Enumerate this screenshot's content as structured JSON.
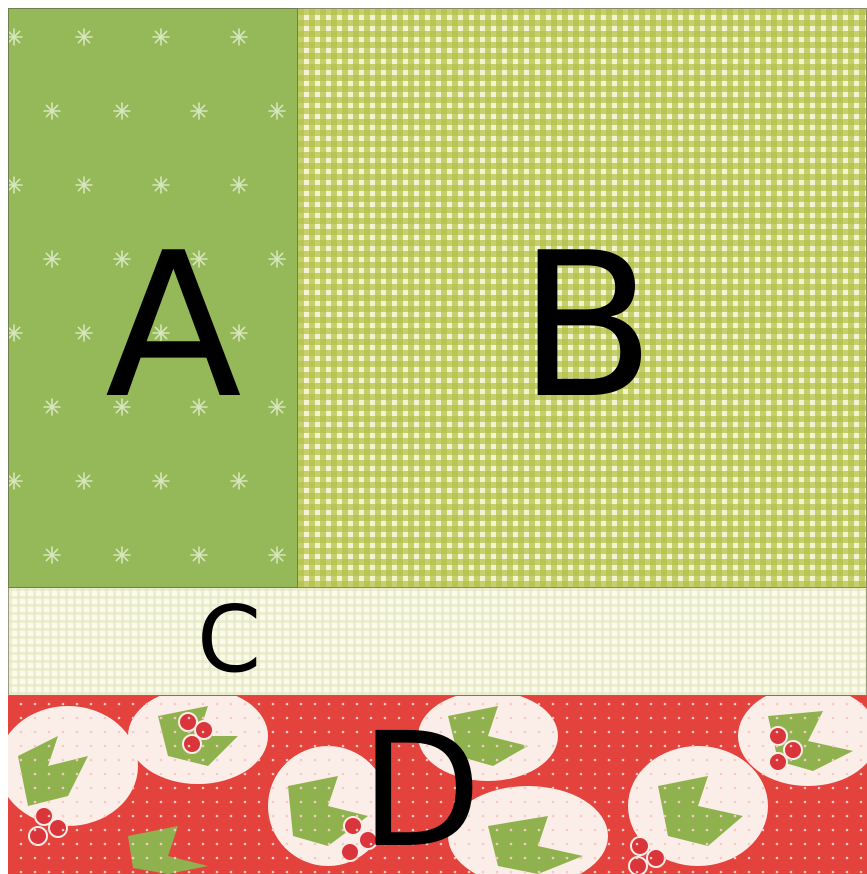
{
  "panels": {
    "a": {
      "label": "A",
      "pattern": "green-sparkle-print",
      "color": "#95b859"
    },
    "b": {
      "label": "B",
      "pattern": "yellow-green-gingham",
      "color": "#c2cc5a"
    },
    "c": {
      "label": "C",
      "pattern": "cream-check",
      "color": "#fbfbe9"
    },
    "d": {
      "label": "D",
      "pattern": "red-holly-print",
      "color": "#e4423c"
    }
  }
}
